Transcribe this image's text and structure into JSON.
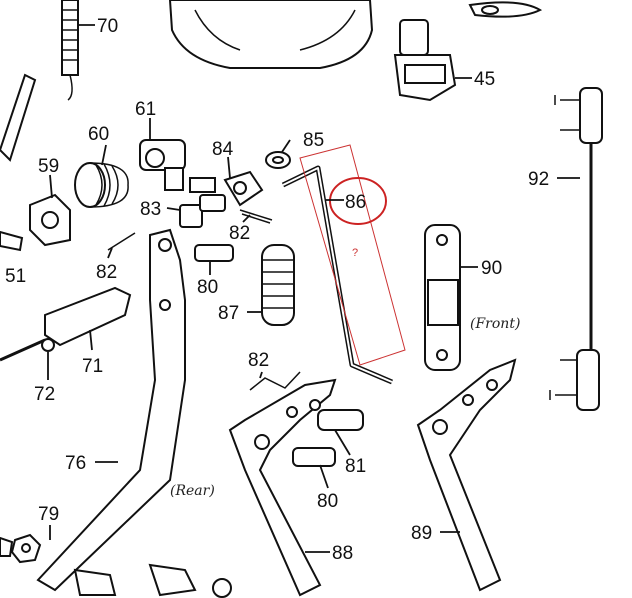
{
  "parts": {
    "p45": "45",
    "p51": "51",
    "p59": "59",
    "p60": "60",
    "p61": "61",
    "p70": "70",
    "p71": "71",
    "p72": "72",
    "p76": "76",
    "p79": "79",
    "p80a": "80",
    "p80b": "80",
    "p81": "81",
    "p82a": "82",
    "p82b": "82",
    "p82c": "82",
    "p83": "83",
    "p84": "84",
    "p85": "85",
    "p86": "86",
    "p87": "87",
    "p88": "88",
    "p89": "89",
    "p90": "90",
    "p92": "92"
  },
  "notes": {
    "front": "(Front)",
    "rear": "(Rear)",
    "question": "?"
  },
  "colors": {
    "ink": "#111111",
    "annotation_red": "#cc3333"
  }
}
